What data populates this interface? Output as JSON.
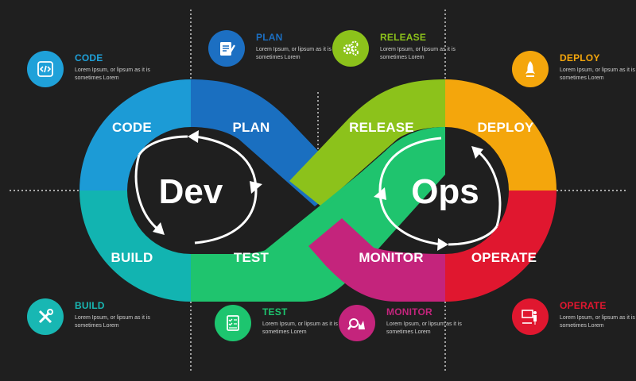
{
  "center": {
    "dev": "Dev",
    "ops": "Ops"
  },
  "ring_labels": {
    "code": "CODE",
    "plan": "PLAN",
    "build": "BUILD",
    "test": "TEST",
    "release": "RELEASE",
    "deploy": "DEPLOY",
    "monitor": "MONITOR",
    "operate": "OPERATE"
  },
  "callouts": {
    "code": {
      "title": "CODE",
      "desc": "Lorem Ipsum, or lipsum as it is sometimes Lorem",
      "color": "#1fa1d9",
      "icon": "code-icon"
    },
    "plan": {
      "title": "PLAN",
      "desc": "Lorem Ipsum, or lipsum as it is sometimes Lorem",
      "color": "#1c6fc2",
      "icon": "clipboard-pen-icon"
    },
    "release": {
      "title": "RELEASE",
      "desc": "Lorem Ipsum, or lipsum as it is sometimes Lorem",
      "color": "#8cc21b",
      "icon": "gears-icon"
    },
    "deploy": {
      "title": "DEPLOY",
      "desc": "Lorem Ipsum, or lipsum as it is sometimes Lorem",
      "color": "#f4a60c",
      "icon": "rocket-icon"
    },
    "build": {
      "title": "BUILD",
      "desc": "Lorem Ipsum, or lipsum as it is sometimes Lorem",
      "color": "#18b7b3",
      "icon": "tools-icon"
    },
    "test": {
      "title": "TEST",
      "desc": "Lorem Ipsum, or lipsum as it is sometimes Lorem",
      "color": "#1dc56f",
      "icon": "checklist-icon"
    },
    "monitor": {
      "title": "MONITOR",
      "desc": "Lorem Ipsum, or lipsum as it is sometimes Lorem",
      "color": "#c4247c",
      "icon": "magnifier-chart-icon"
    },
    "operate": {
      "title": "OPERATE",
      "desc": "Lorem Ipsum, or lipsum as it is sometimes Lorem",
      "color": "#e0172f",
      "icon": "presenter-icon"
    }
  },
  "colors": {
    "background": "#1f1f1f",
    "code": "#1c9bd6",
    "plan": "#1a6fc0",
    "build": "#12b4b1",
    "test": "#1fc46e",
    "release": "#8cc21b",
    "deploy": "#f4a60c",
    "monitor": "#c4247c",
    "operate": "#e0172f",
    "text": "#ffffff",
    "desc_text": "#cfcfcf"
  }
}
